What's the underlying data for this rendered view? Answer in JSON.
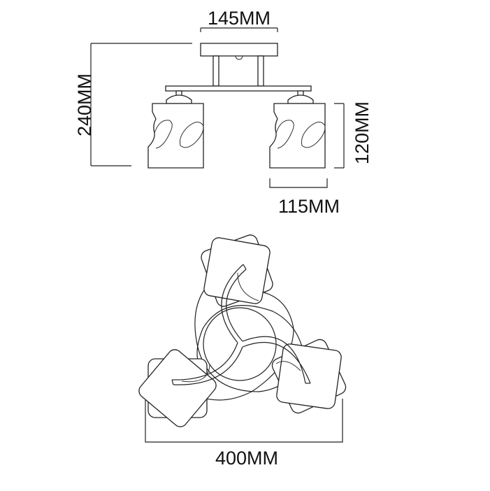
{
  "dimensions": {
    "canopy_width": "145MM",
    "total_height": "240MM",
    "shade_height": "120MM",
    "shade_width": "115MM",
    "total_width": "400MM"
  },
  "views": [
    "side-elevation",
    "top-plan"
  ]
}
